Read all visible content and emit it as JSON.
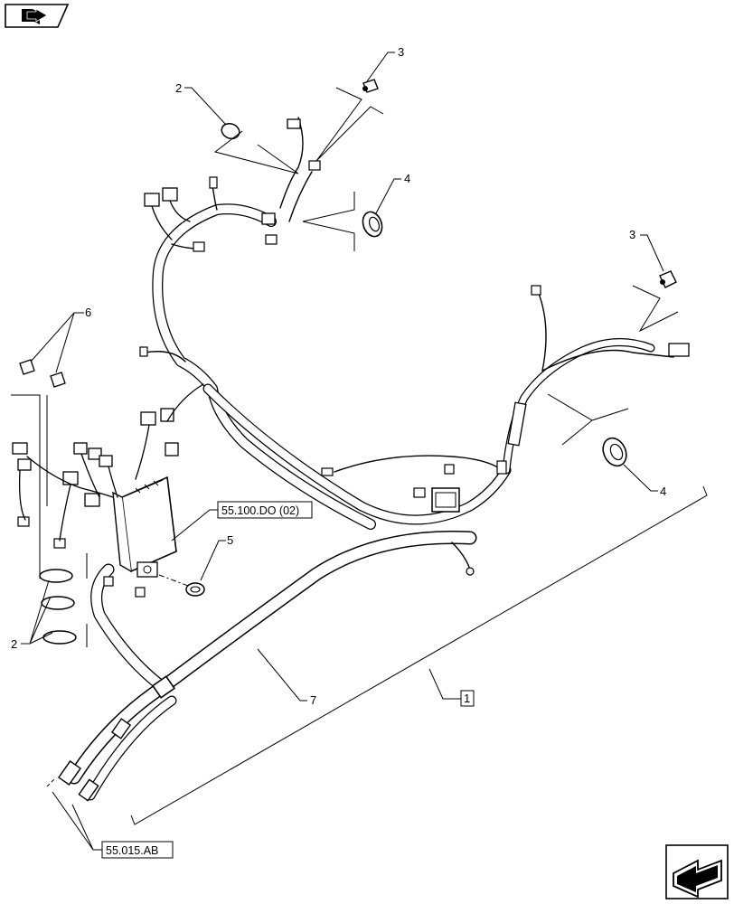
{
  "nav_icons": {
    "top_left": "book-arrow-icon",
    "bottom_right": "next-page-arrow-icon"
  },
  "references": {
    "ref_100": "55.100.DO (02)",
    "ref_015": "55.015.AB"
  },
  "callouts": {
    "c1": "1",
    "c2_top": "2",
    "c2_left": "2",
    "c3_top": "3",
    "c3_right": "3",
    "c4_top": "4",
    "c4_right": "4",
    "c5": "5",
    "c6": "6",
    "c7": "7"
  }
}
